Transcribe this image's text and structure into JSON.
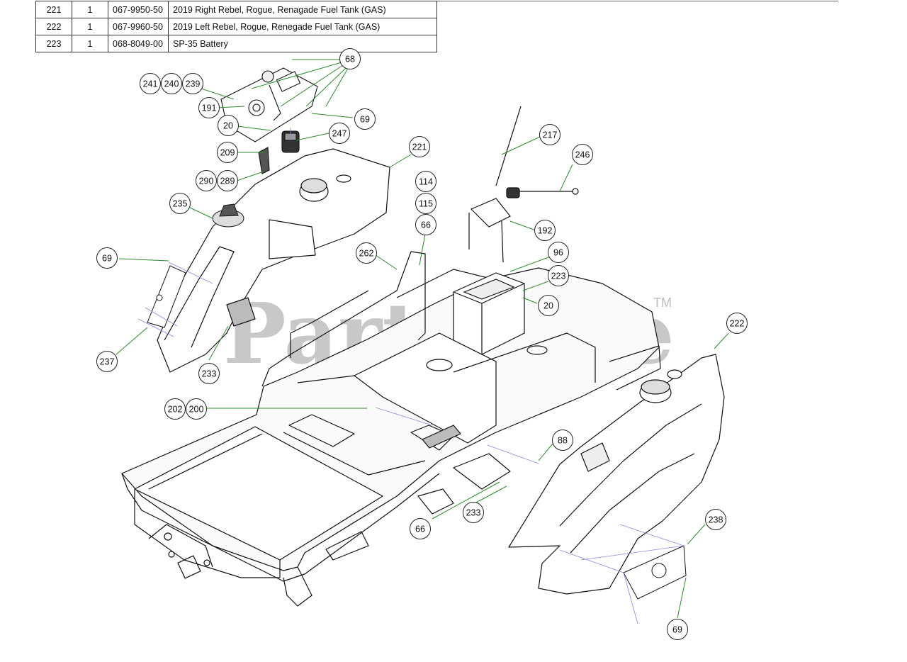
{
  "parts_table": {
    "rows": [
      {
        "ref": "221",
        "qty": "1",
        "part_no": "067-9950-50",
        "description": "2019 Right Rebel, Rogue, Renagade Fuel Tank (GAS)"
      },
      {
        "ref": "222",
        "qty": "1",
        "part_no": "067-9960-50",
        "description": "2019 Left Rebel, Rogue, Renegade Fuel Tank (GAS)"
      },
      {
        "ref": "223",
        "qty": "1",
        "part_no": "068-8049-00",
        "description": "SP-35 Battery"
      }
    ]
  },
  "watermark": {
    "brand": "PartsTree",
    "mark": "TM"
  },
  "callouts": [
    {
      "label": "68"
    },
    {
      "label": "241"
    },
    {
      "label": "240"
    },
    {
      "label": "239"
    },
    {
      "label": "191"
    },
    {
      "label": "69"
    },
    {
      "label": "20"
    },
    {
      "label": "247"
    },
    {
      "label": "209"
    },
    {
      "label": "290"
    },
    {
      "label": "289"
    },
    {
      "label": "217"
    },
    {
      "label": "221"
    },
    {
      "label": "246"
    },
    {
      "label": "114"
    },
    {
      "label": "115"
    },
    {
      "label": "235"
    },
    {
      "label": "66"
    },
    {
      "label": "192"
    },
    {
      "label": "69"
    },
    {
      "label": "262"
    },
    {
      "label": "96"
    },
    {
      "label": "223"
    },
    {
      "label": "20"
    },
    {
      "label": "222"
    },
    {
      "label": "237"
    },
    {
      "label": "233"
    },
    {
      "label": "202"
    },
    {
      "label": "200"
    },
    {
      "label": "88"
    },
    {
      "label": "233"
    },
    {
      "label": "66"
    },
    {
      "label": "238"
    },
    {
      "label": "69"
    }
  ],
  "colors": {
    "leader": "#2e8b2e",
    "outline": "#111111",
    "watermark": "#c8c8c8"
  }
}
